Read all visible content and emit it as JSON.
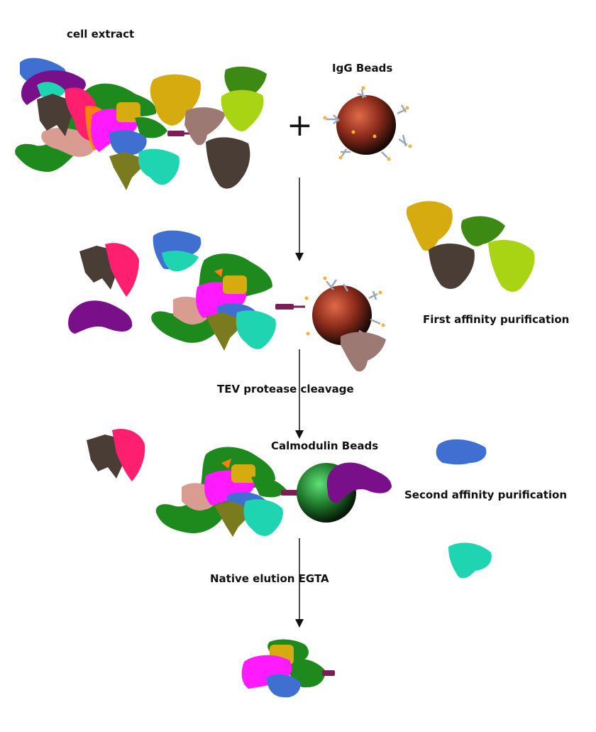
{
  "labels": {
    "cell_extract": "cell extract",
    "igg_beads": "IgG Beads",
    "plus": "+",
    "first_affinity": "First affinity purification",
    "tev_cleavage": "TEV protease cleavage",
    "calmodulin_beads": "Calmodulin Beads",
    "second_affinity": "Second affinity purification",
    "native_elution": "Native elution EGTA"
  },
  "colors": {
    "green": "#1e8a1e",
    "magenta": "#ff1aff",
    "pink": "#ff1f6e",
    "blue": "#3f6fd1",
    "purple": "#7a0f8a",
    "teal": "#1fd4b0",
    "olive": "#7a7a1e",
    "gold": "#d6ab0f",
    "yellow_green": "#a8d414",
    "dark_green": "#3c8a14",
    "brown_gray": "#9c7a73",
    "dark_brown": "#4a3d36",
    "orange": "#ff7f0f",
    "salmon": "#d99c91",
    "igg_bead": "#8a2a1a",
    "calmodulin_bead": "#1f7a2a",
    "tag": "#7a1f55"
  }
}
